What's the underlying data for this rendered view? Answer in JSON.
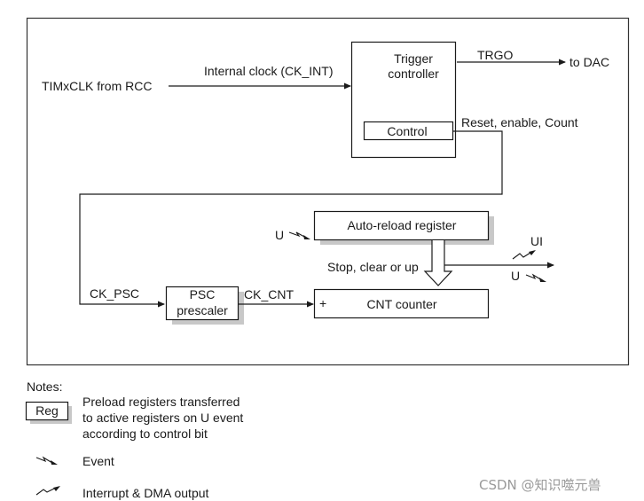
{
  "diagram": {
    "inputs": {
      "clock_source": "TIMxCLK from RCC",
      "internal_clock": "Internal clock (CK_INT)"
    },
    "trigger_controller": {
      "title_line1": "Trigger",
      "title_line2": "controller",
      "control": "Control"
    },
    "trgo": {
      "label": "TRGO",
      "target": "to DAC"
    },
    "control_signal": "Reset, enable, Count",
    "ck_psc": "CK_PSC",
    "prescaler": {
      "line1": "PSC",
      "line2": "prescaler"
    },
    "ck_cnt": "CK_CNT",
    "counter": {
      "plus": "+",
      "label": "CNT counter"
    },
    "auto_reload": {
      "label": "Auto-reload register",
      "event": "U"
    },
    "stop_clear": "Stop, clear or up",
    "outputs": {
      "interrupt": "UI",
      "event": "U"
    }
  },
  "notes": {
    "title": "Notes:",
    "reg_label": "Reg",
    "reg_desc": [
      "Preload registers transferred",
      "to active registers on U event",
      "according to control bit"
    ],
    "event_desc": "Event",
    "interrupt_desc": "Interrupt & DMA output"
  },
  "watermark": "CSDN @知识噬元兽"
}
